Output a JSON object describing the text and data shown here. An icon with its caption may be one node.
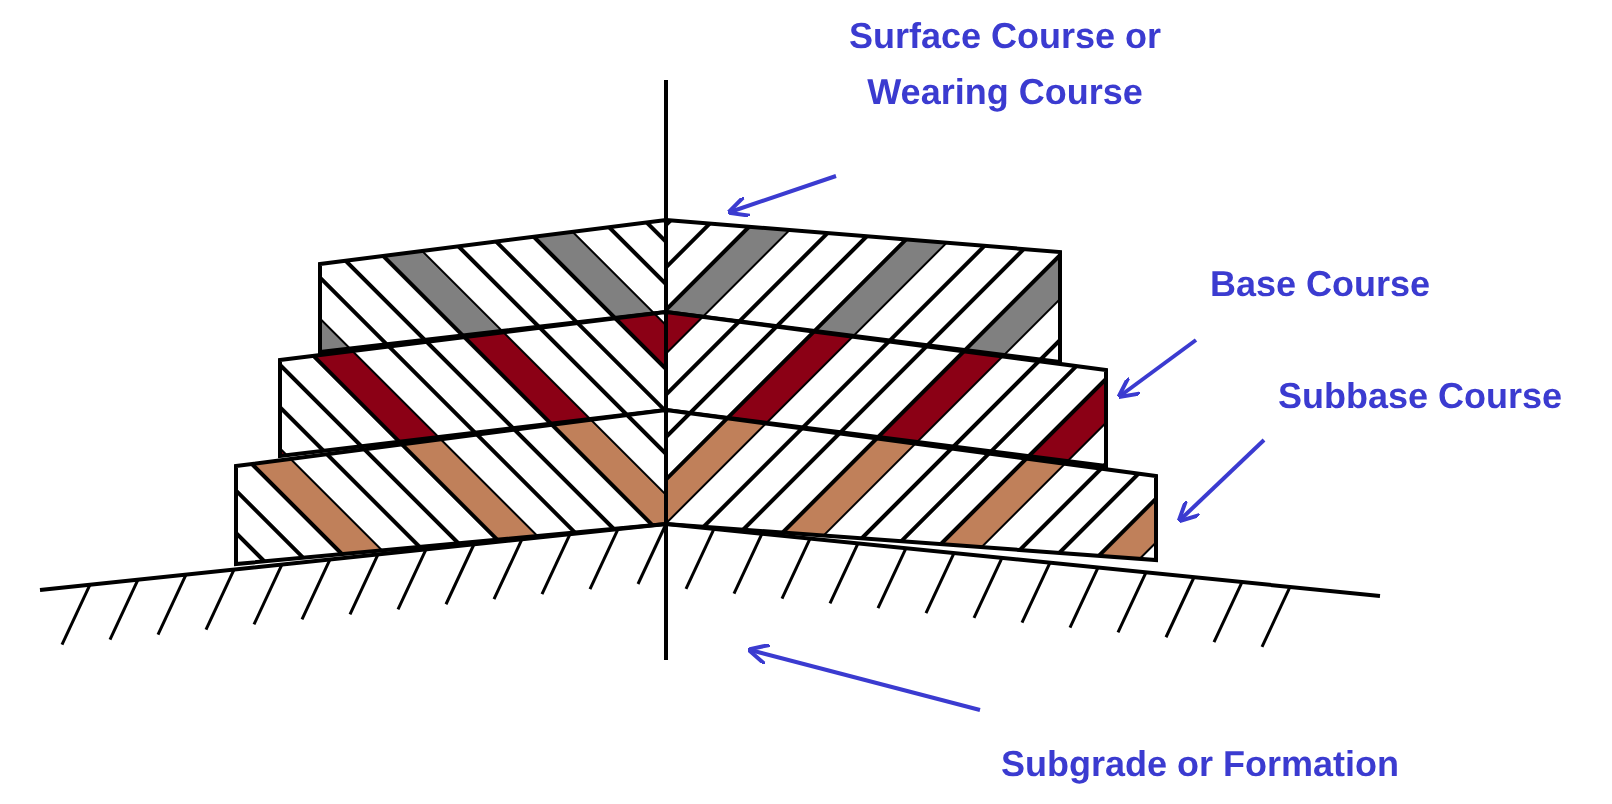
{
  "diagram": {
    "nodes": [
      {
        "text": [
          "Surface Course or Wearing Course"
        ]
      },
      {
        "text": [],
        "shape": "bar"
      },
      {
        "text": [
          "Base Course"
        ]
      },
      {
        "text": [],
        "shape": "bar"
      },
      {
        "text": [
          "Subbase Course"
        ]
      },
      {
        "text": [],
        "shape": "bar"
      },
      {
        "text": [
          "Subgrade or Formation"
        ]
      },
      {
        "text": [],
        "shape": "box"
      }
    ],
    "edges": [
      {
        "from": 0,
        "to": 1,
        "arrow": "to"
      },
      {
        "from": 2,
        "to": 3,
        "arrow": "to"
      },
      {
        "from": 4,
        "to": 5,
        "arrow": "to"
      },
      {
        "from": 6,
        "to": 7,
        "arrow": "to"
      }
    ]
  }
}
